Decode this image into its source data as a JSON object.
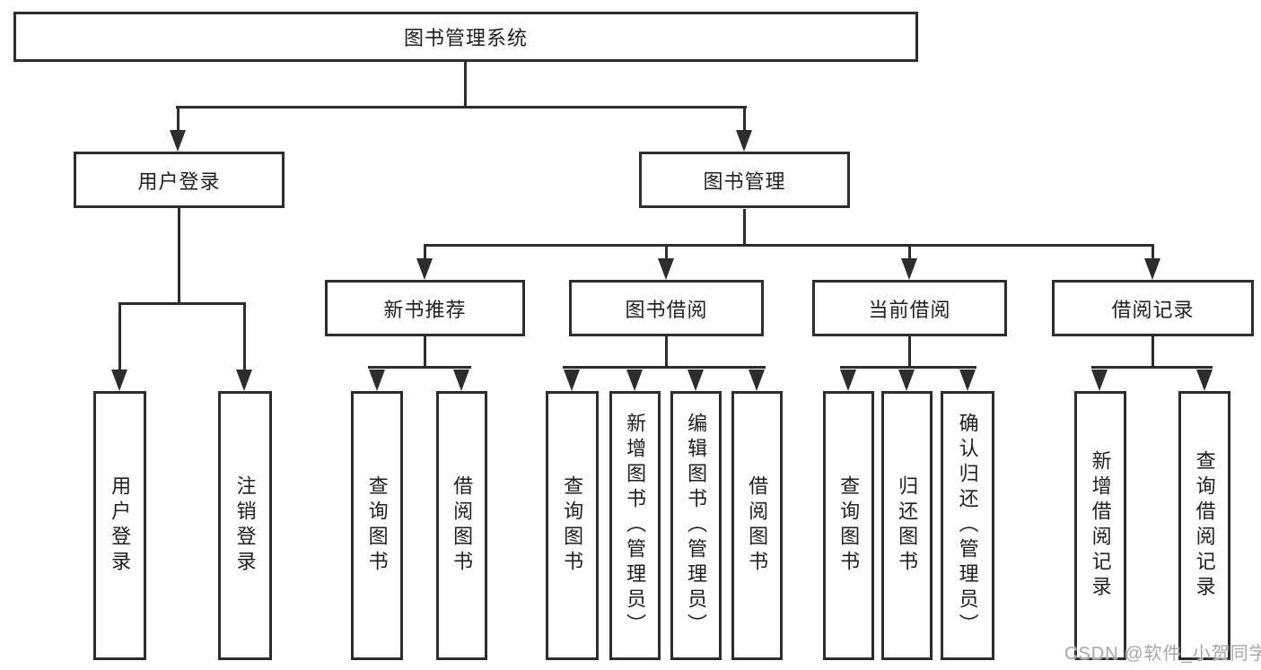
{
  "tree": {
    "root_label": "图书管理系统",
    "children": [
      {
        "label": "用户登录",
        "children": [
          {
            "label": "用户登录"
          },
          {
            "label": "注销登录"
          }
        ]
      },
      {
        "label": "图书管理",
        "children": [
          {
            "label": "新书推荐",
            "children": [
              {
                "label": "查询图书"
              },
              {
                "label": "借阅图书"
              }
            ]
          },
          {
            "label": "图书借阅",
            "children": [
              {
                "label": "查询图书"
              },
              {
                "label": "新增图书（管理员）"
              },
              {
                "label": "编辑图书（管理员）"
              },
              {
                "label": "借阅图书"
              }
            ]
          },
          {
            "label": "当前借阅",
            "children": [
              {
                "label": "查询图书"
              },
              {
                "label": "归还图书"
              },
              {
                "label": "确认归还（管理员）"
              }
            ]
          },
          {
            "label": "借阅记录",
            "children": [
              {
                "label": "新增借阅记录"
              },
              {
                "label": "查询借阅记录"
              }
            ]
          }
        ]
      }
    ]
  },
  "watermark": {
    "text": "CSDN @软件_小贺同学"
  },
  "colors": {
    "line": "#2d2d2d",
    "box_border": "#2d2d2d",
    "text": "#1f1f1f",
    "background": "#ffffff",
    "watermark": "#a6a6a6"
  }
}
